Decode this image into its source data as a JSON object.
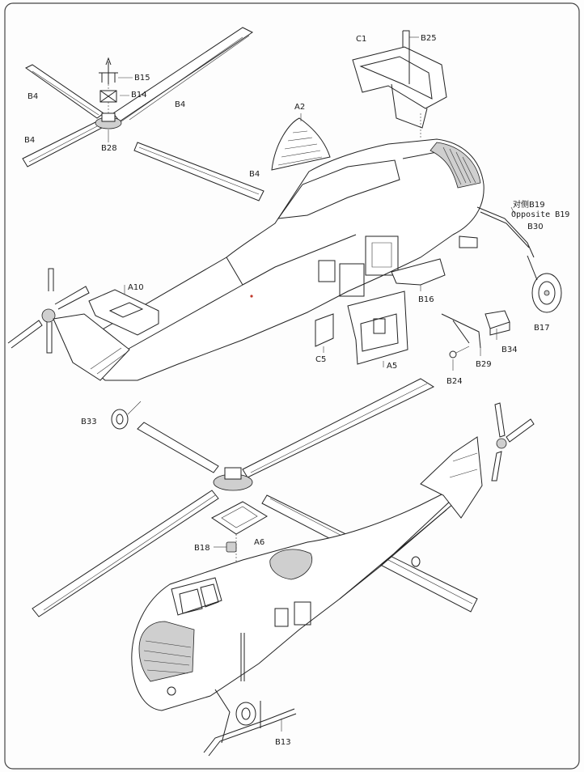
{
  "labels": {
    "b15": "B15",
    "b14": "B14",
    "b28": "B28",
    "b4a": "B4",
    "b4b": "B4",
    "b4c": "B4",
    "b4d": "B4",
    "c1": "C1",
    "b25": "B25",
    "a2": "A2",
    "opposite_cn": "对侧B19",
    "opposite_en": "Opposite B19",
    "b30": "B30",
    "b17": "B17",
    "b16": "B16",
    "a10": "A10",
    "c5": "C5",
    "a5": "A5",
    "b34": "B34",
    "b29": "B29",
    "b24": "B24",
    "b33": "B33",
    "a6": "A6",
    "b18": "B18",
    "b13": "B13"
  },
  "colors": {
    "line": "#222222",
    "paper": "#fdfdfd",
    "border": "#444444"
  }
}
